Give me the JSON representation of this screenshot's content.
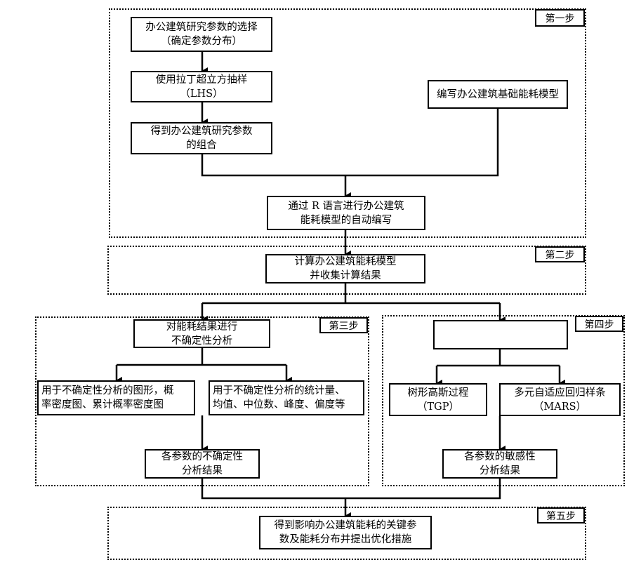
{
  "steps": {
    "step1": "第一步",
    "step2": "第二步",
    "step3": "第三步",
    "step4": "第四步",
    "step5": "第五步"
  },
  "boxes": {
    "param_select": {
      "line1": "办公建筑研究参数的选择",
      "line2": "（确定参数分布）"
    },
    "lhs": {
      "line1": "使用拉丁超立方抽样",
      "line2": "（LHS）"
    },
    "param_combo": {
      "line1": "得到办公建筑研究参数",
      "line2": "的组合"
    },
    "base_model": {
      "line1": "编写办公建筑基础能耗模型"
    },
    "r_auto": {
      "line1": "通过 R 语言进行办公建筑",
      "line2": "能耗模型的自动编写"
    },
    "compute": {
      "line1": "计算办公建筑能耗模型",
      "line2": "并收集计算结果"
    },
    "uncertainty": {
      "line1": "对能耗结果进行",
      "line2": "不确定性分析"
    },
    "graphs": {
      "line1": "用于不确定性分析的图形，概",
      "line2": "率密度图、累计概率密度图"
    },
    "stats": {
      "line1": "用于不确定性分析的统计量、",
      "line2": "均值、中位数、峰度、偏度等"
    },
    "uncert_result": {
      "line1": "各参数的不确定性",
      "line2": "分析结果"
    },
    "sensitivity": {
      "line1": ""
    },
    "tgp": {
      "line1": "树形高斯过程",
      "line2": "（TGP）"
    },
    "mars": {
      "line1": "多元自适应回归样条",
      "line2": "（MARS）"
    },
    "sens_result": {
      "line1": "各参数的敏感性",
      "line2": "分析结果"
    },
    "final": {
      "line1": "得到影响办公建筑能耗的关键参",
      "line2": "数及能耗分布并提出优化措施"
    }
  }
}
